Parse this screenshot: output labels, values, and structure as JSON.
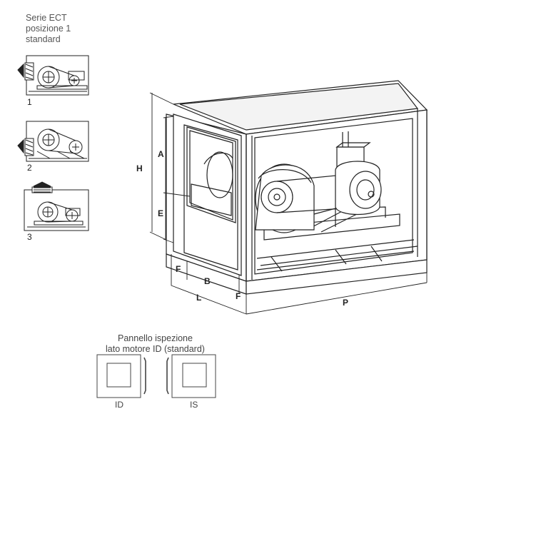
{
  "series": {
    "line1": "Serie ECT",
    "line2": "posizione 1",
    "line3": "standard"
  },
  "positions": [
    {
      "label": "1",
      "icon": "fan-motor-position-1-icon"
    },
    {
      "label": "2",
      "icon": "fan-motor-position-2-icon"
    },
    {
      "label": "3",
      "icon": "fan-motor-position-3-icon"
    }
  ],
  "dimensions": {
    "H": "H",
    "A": "A",
    "E": "E",
    "F_left": "F",
    "B": "B",
    "L": "L",
    "F_right": "F",
    "P": "P"
  },
  "inspection_panel": {
    "title_line1": "Pannello ispezione",
    "title_line2": "lato motore ID (standard)",
    "left_caption": "ID",
    "right_caption": "IS"
  }
}
